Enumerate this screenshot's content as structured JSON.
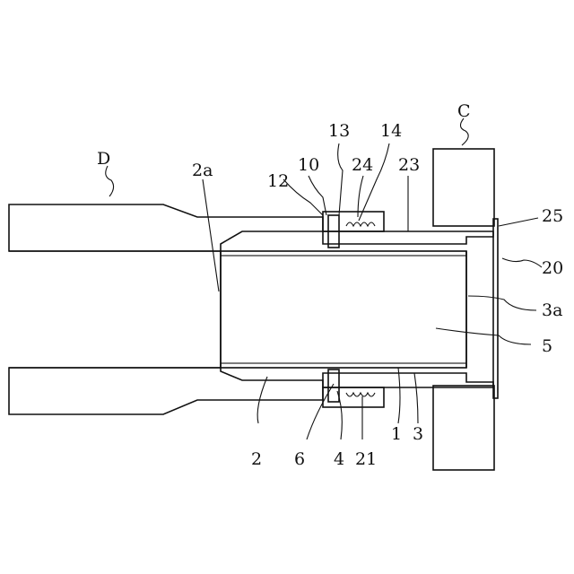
{
  "labels": {
    "C": "C",
    "D": "D",
    "n2a": "2a",
    "n10": "10",
    "n12": "12",
    "n13": "13",
    "n14": "14",
    "n24": "24",
    "n23": "23",
    "n25": "25",
    "n20": "20",
    "n3a": "3a",
    "n5": "5",
    "n2": "2",
    "n6": "6",
    "n4": "4",
    "n21": "21",
    "n1": "1",
    "n3": "3"
  },
  "colors": {
    "line": "#111111",
    "background": "#ffffff"
  }
}
